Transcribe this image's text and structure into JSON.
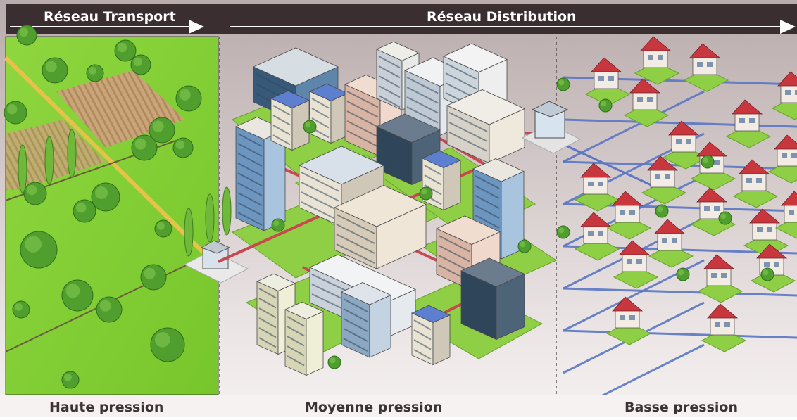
{
  "header": {
    "transport_label": "Réseau Transport",
    "distribution_label": "Réseau Distribution"
  },
  "zones": [
    {
      "label": "Haute pression"
    },
    {
      "label": "Moyenne pression"
    },
    {
      "label": "Basse pression"
    }
  ],
  "colors": {
    "header_band": "#3a2e31",
    "rural_green": "#8bd43e",
    "background_gradient_top": "#bfb1b1",
    "background_gradient_bottom": "#f3eeee",
    "gas_pipe_medium": "#c7484f",
    "gas_pipe_low": "#5a76c4",
    "house_roof": "#c9373e",
    "tree": "#4f9e2e"
  }
}
